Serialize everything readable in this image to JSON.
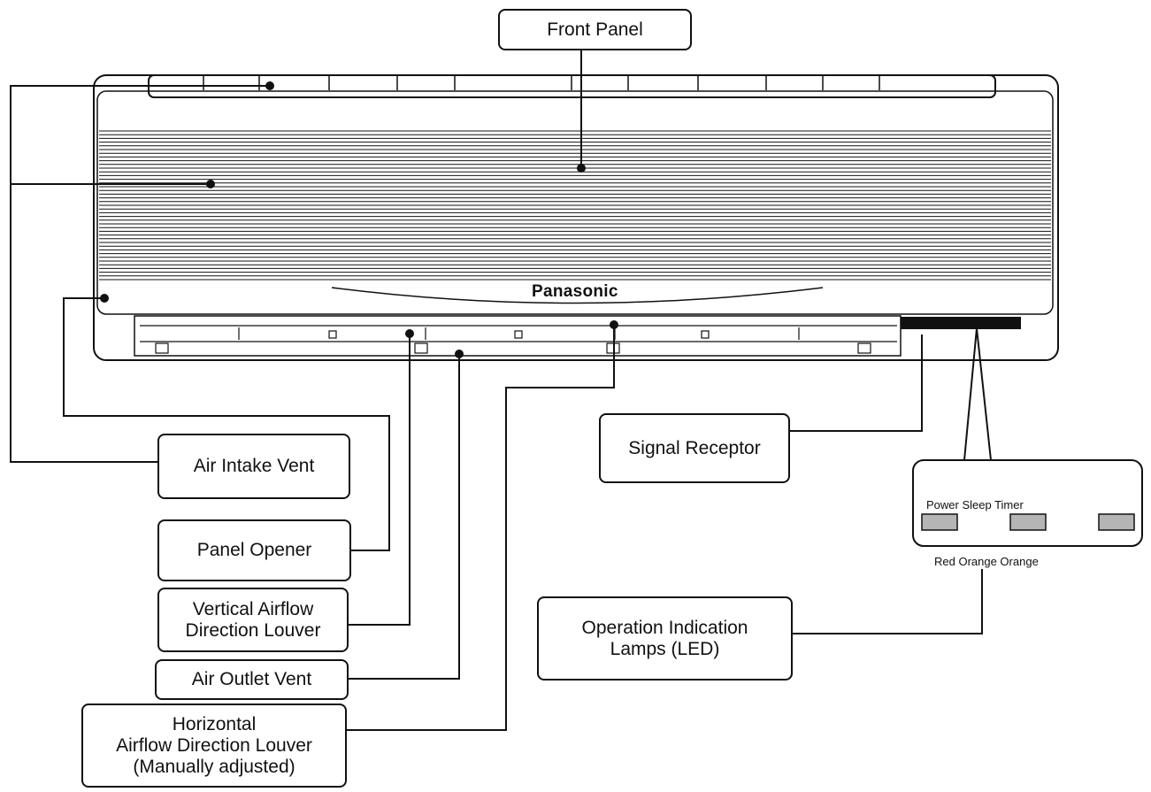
{
  "brand": "Panasonic",
  "callouts": {
    "front_panel": [
      "Front Panel"
    ],
    "air_intake_vent": [
      "Air Intake Vent"
    ],
    "panel_opener": [
      "Panel Opener"
    ],
    "vertical_louver": [
      "Vertical Airflow",
      "Direction Louver"
    ],
    "air_outlet_vent": [
      "Air Outlet Vent"
    ],
    "horizontal_louver": [
      "Horizontal",
      "Airflow Direction Louver",
      "(Manually adjusted)"
    ],
    "signal_receptor": [
      "Signal Receptor"
    ],
    "operation_lamps": [
      "Operation Indication",
      "Lamps (LED)"
    ]
  },
  "led_panel": {
    "names": "Power Sleep Timer",
    "colors": "Red Orange Orange",
    "lamp_count": 3
  }
}
